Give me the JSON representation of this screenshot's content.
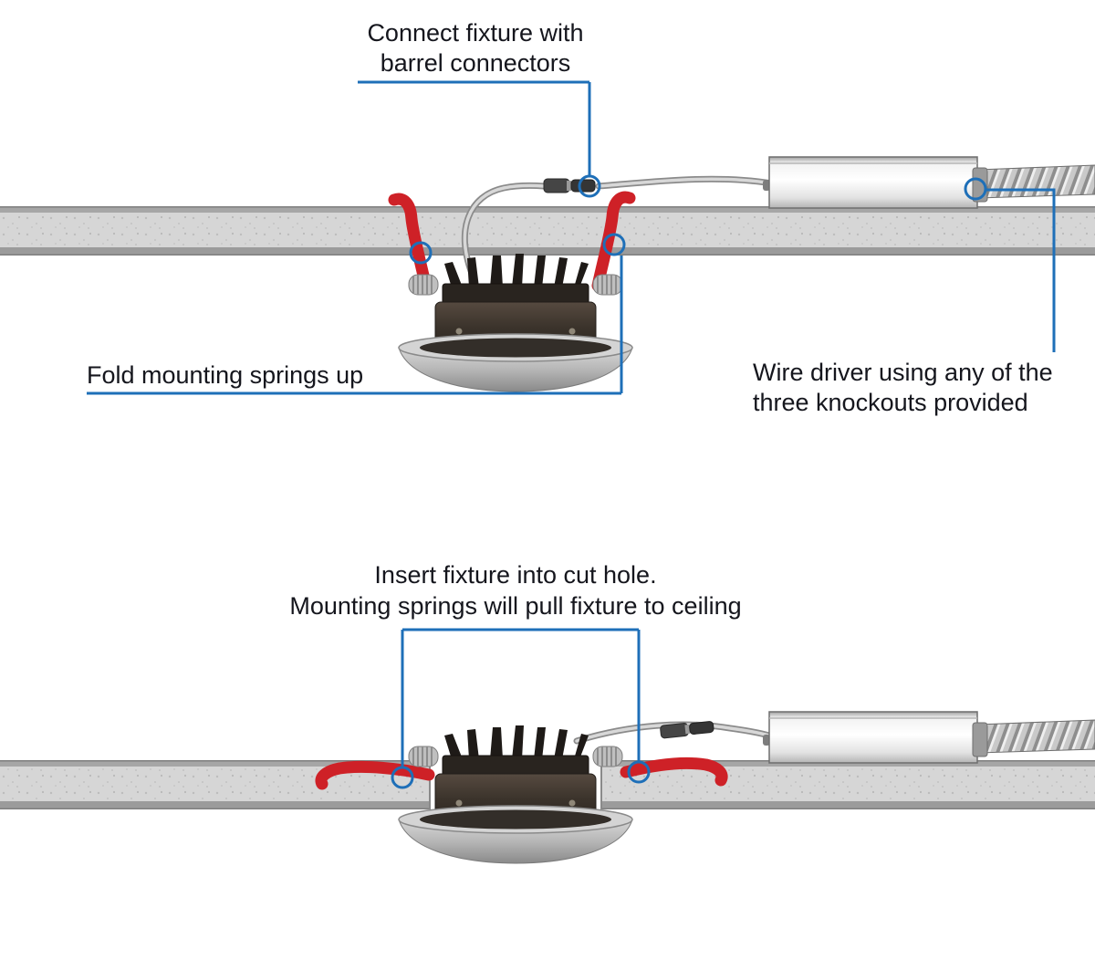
{
  "labels": {
    "barrel": {
      "line1": "Connect fixture with",
      "line2": "barrel connectors"
    },
    "fold_springs": {
      "line1": "Fold mounting springs up"
    },
    "wire_driver": {
      "line1": "Wire driver using any of the",
      "line2": "three knockouts provided"
    },
    "insert_fixture": {
      "line1": "Insert fixture into cut hole.",
      "line2": "Mounting springs will pull fixture to ceiling"
    }
  },
  "colors": {
    "callout": "#1e6fb8",
    "spring": "#ce2127",
    "text": "#15161d",
    "ceiling_base": "#cdcdcd",
    "ceiling_edge": "#9b9b9b"
  }
}
